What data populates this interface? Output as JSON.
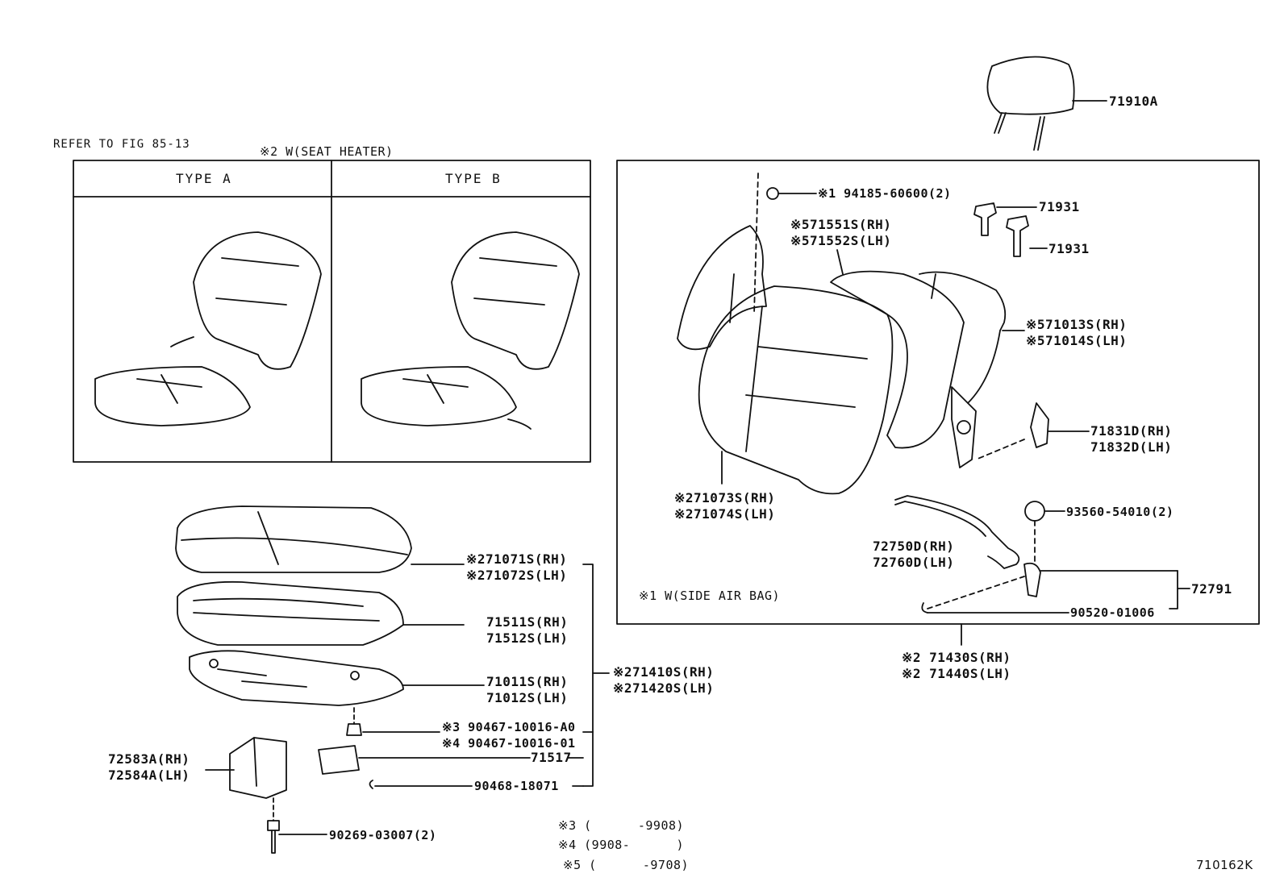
{
  "header": {
    "refer": "REFER TO FIG 85-13",
    "seat_heater_note": "※2 W(SEAT HEATER)",
    "type_a": "TYPE A",
    "type_b": "TYPE B",
    "side_airbag_note": "※1 W(SIDE AIR BAG)"
  },
  "parts": {
    "headrest": "71910A",
    "nut_94185": "※1 94185-60600(2)",
    "support_1": "71931",
    "support_2": "71931",
    "back_cover_rh": "※571551S(RH)",
    "back_cover_lh": "※571552S(LH)",
    "back_frame_rh": "※571013S(RH)",
    "back_frame_lh": "※571014S(LH)",
    "cover_71831": "71831D(RH)",
    "cover_71832": "71832D(LH)",
    "back_cushion_rh": "※271073S(RH)",
    "back_cushion_lh": "※271074S(LH)",
    "screw_93560": "93560-54010(2)",
    "lever_72750": "72750D(RH)",
    "lever_72760": "72760D(LH)",
    "knob_72791": "72791",
    "clip_90520": "90520-01006",
    "back_assy_rh": "※2 71430S(RH)",
    "back_assy_lh": "※2 71440S(LH)",
    "cushion_cover_rh": "※271071S(RH)",
    "cushion_cover_lh": "※271072S(LH)",
    "pad_rh": "71511S(RH)",
    "pad_lh": "71512S(LH)",
    "frame_rh": "71011S(RH)",
    "frame_lh": "71012S(LH)",
    "cushion_assy_rh": "※271410S(RH)",
    "cushion_assy_lh": "※271420S(LH)",
    "bolt_a0": "※3 90467-10016-A0",
    "bolt_01": "※4 90467-10016-01",
    "part_71517": "71517",
    "clip_90468": "90468-18071",
    "bracket_rh": "72583A(RH)",
    "bracket_lh": "72584A(LH)",
    "bolt_90269": "90269-03007(2)"
  },
  "footnotes": {
    "n3": "※3 (      -9908)",
    "n4": "※4 (9908-      )",
    "n5": "※5 (      -9708)"
  },
  "figure_id": "710162K"
}
